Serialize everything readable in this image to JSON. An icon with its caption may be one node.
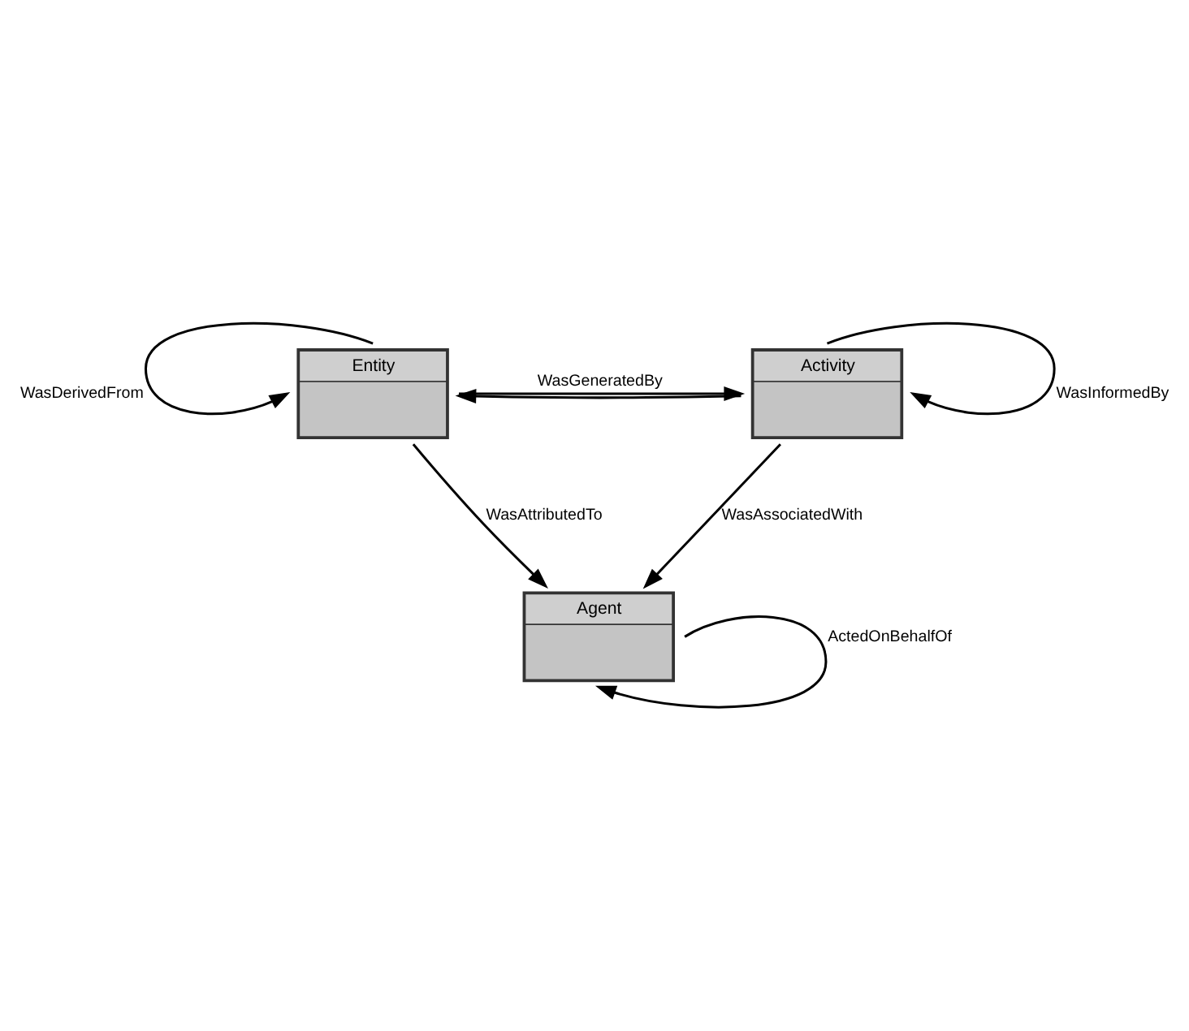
{
  "diagram": {
    "nodes": [
      {
        "text": [
          "Entity"
        ]
      },
      {
        "text": [
          "Activity"
        ]
      },
      {
        "text": [
          "Agent"
        ]
      }
    ],
    "edges": [
      {
        "from": 0,
        "to": 0,
        "arrow": "to",
        "label": "WasDerivedFrom"
      },
      {
        "from": 1,
        "to": 1,
        "arrow": "to",
        "label": "WasInformedBy"
      },
      {
        "from": 1,
        "to": 0,
        "arrow": "to"
      },
      {
        "from": 0,
        "to": 1,
        "arrow": "to",
        "label": "WasGeneratedBy"
      },
      {
        "from": 0,
        "to": 2,
        "arrow": "to",
        "label": "WasAttributedTo"
      },
      {
        "from": 1,
        "to": 2,
        "arrow": "to",
        "label": "WasAssociatedWith"
      },
      {
        "from": 2,
        "to": 2,
        "arrow": "to",
        "label": "ActedOnBehalfOf"
      }
    ]
  }
}
